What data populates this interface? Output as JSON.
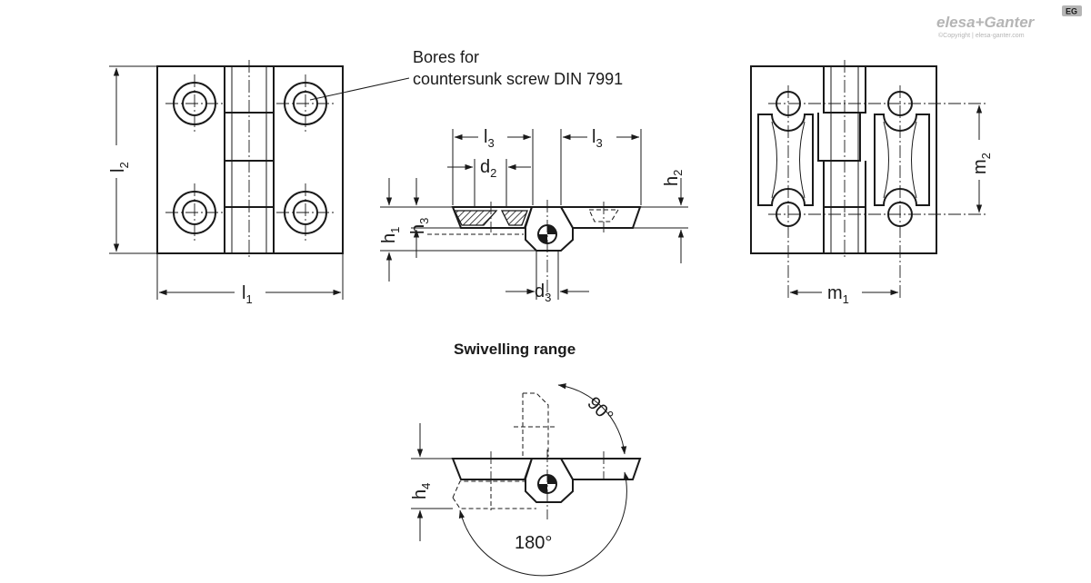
{
  "brand": {
    "name": "elesa+Ganter",
    "copyright": "©Copyright | elesa-ganter.com",
    "badge": "EG"
  },
  "callout": {
    "line1": "Bores for",
    "line2": "countersunk screw DIN 7991"
  },
  "section_title": "Swivelling range",
  "dimensions": {
    "l1": {
      "main": "l",
      "sub": "1"
    },
    "l2": {
      "main": "l",
      "sub": "2"
    },
    "l3a": {
      "main": "l",
      "sub": "3"
    },
    "l3b": {
      "main": "l",
      "sub": "3"
    },
    "d2": {
      "main": "d",
      "sub": "2"
    },
    "d3": {
      "main": "d",
      "sub": "3"
    },
    "h1": {
      "main": "h",
      "sub": "1"
    },
    "h2": {
      "main": "h",
      "sub": "2"
    },
    "h3": {
      "main": "h",
      "sub": "3"
    },
    "h4": {
      "main": "h",
      "sub": "4"
    },
    "m1": {
      "main": "m",
      "sub": "1"
    },
    "m2": {
      "main": "m",
      "sub": "2"
    }
  },
  "angles": {
    "a90": "90°",
    "a180": "180°"
  }
}
